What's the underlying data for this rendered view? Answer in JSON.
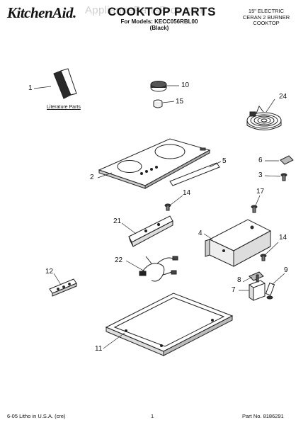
{
  "header": {
    "brand": "KitchenAid.",
    "watermark": "AppliancePartsPros.com",
    "title": "COOKTOP PARTS",
    "models_line": "For Models: KECC056RBL00",
    "color_line": "(Black)",
    "description": [
      "15\" ELECTRIC",
      "CERAN 2 BURNER",
      "COOKTOP"
    ]
  },
  "literature_label": "Literature Parts",
  "callouts": [
    "1",
    "2",
    "3",
    "4",
    "5",
    "6",
    "7",
    "8",
    "9",
    "10",
    "11",
    "12",
    "14",
    "14",
    "15",
    "17",
    "21",
    "22",
    "24"
  ],
  "footer": {
    "left": "6-05 Litho in U.S.A. (cre)",
    "page": "1",
    "part_no": "Part No. 8186291"
  }
}
